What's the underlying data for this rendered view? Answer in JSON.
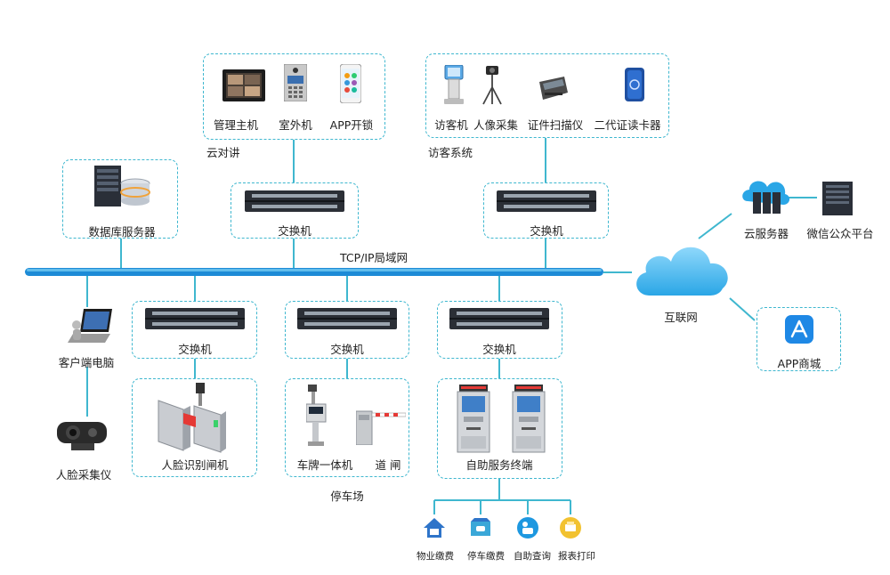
{
  "cloud_intercom": {
    "title": "云对讲",
    "items": [
      "管理主机",
      "室外机",
      "APP开锁"
    ]
  },
  "visitor_system": {
    "title": "访客系统",
    "items": [
      "访客机",
      "人像采集",
      "证件扫描仪",
      "二代证读卡器"
    ]
  },
  "db_server": {
    "label": "数据库服务器"
  },
  "switch_label": "交换机",
  "lan": {
    "label": "TCP/IP局域网"
  },
  "internet": {
    "label": "互联网"
  },
  "cloud_server": {
    "label": "云服务器"
  },
  "wechat": {
    "label": "微信公众平台"
  },
  "app_store": {
    "label": "APP商城"
  },
  "client_pc": {
    "label": "客户端电脑"
  },
  "face_collector": {
    "label": "人脸采集仪"
  },
  "face_gate": {
    "label": "人脸识别闸机"
  },
  "parking": {
    "title": "停车场",
    "items": [
      "车牌一体机",
      "道 闸"
    ]
  },
  "kiosk": {
    "label": "自助服务终端"
  },
  "services": [
    "物业缴费",
    "停车缴费",
    "自助查询",
    "报表打印"
  ],
  "colors": {
    "line": "#3fb7cf",
    "bus": "#1d8bd6",
    "switch": "#2b2f36",
    "cloud": "#2aa6e6"
  }
}
